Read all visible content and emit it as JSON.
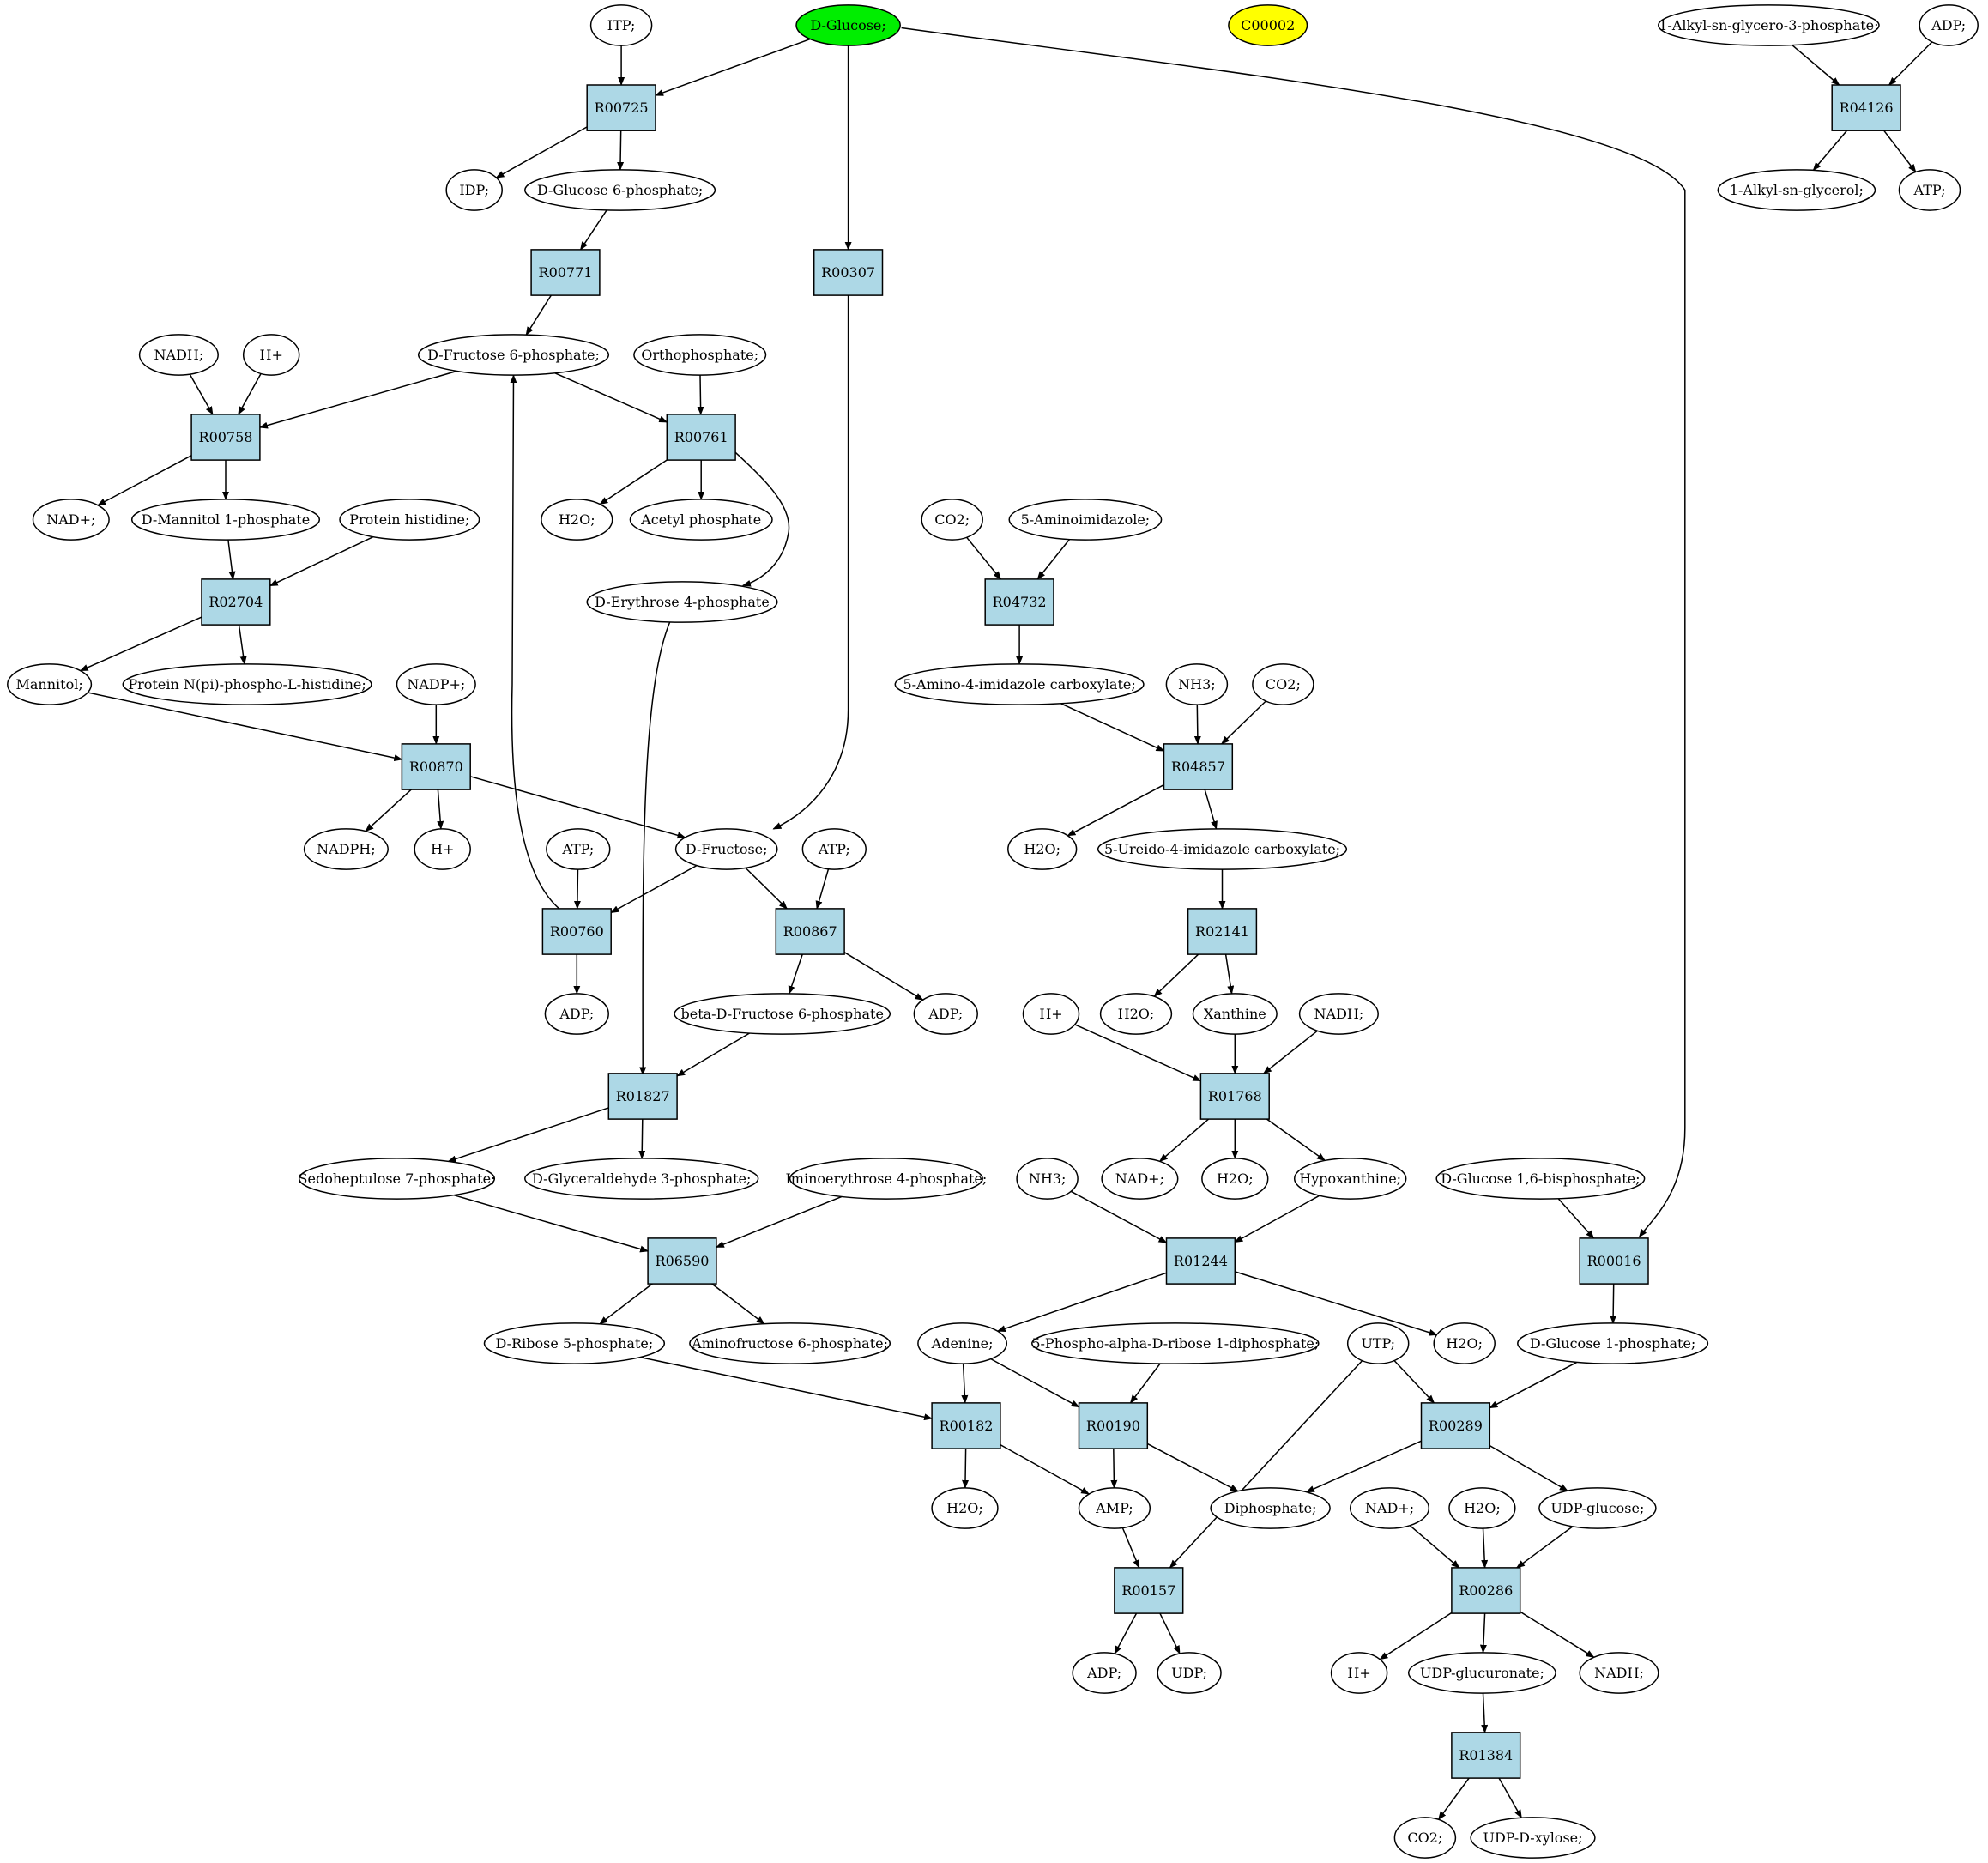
{
  "colors": {
    "reaction_fill": "#add8e6",
    "compound_fill": "#ffffff",
    "start_fill": "#00ee00",
    "highlight_fill": "#ffff00",
    "edge": "#000000"
  },
  "nodes": [
    {
      "id": "itp",
      "label": "ITP;",
      "kind": "compound"
    },
    {
      "id": "glucose",
      "label": "D-Glucose;",
      "kind": "compound",
      "highlight": "start"
    },
    {
      "id": "c00002",
      "label": "C00002",
      "kind": "compound",
      "highlight": "yellow"
    },
    {
      "id": "alkylg3p",
      "label": "1-Alkyl-sn-glycero-3-phosphate;",
      "kind": "compound"
    },
    {
      "id": "adp_tr",
      "label": "ADP;",
      "kind": "compound"
    },
    {
      "id": "R00725",
      "label": "R00725",
      "kind": "reaction"
    },
    {
      "id": "R04126",
      "label": "R04126",
      "kind": "reaction"
    },
    {
      "id": "idp",
      "label": "IDP;",
      "kind": "compound"
    },
    {
      "id": "g6p",
      "label": "D-Glucose 6-phosphate;",
      "kind": "compound"
    },
    {
      "id": "alkylglycerol",
      "label": "1-Alkyl-sn-glycerol;",
      "kind": "compound"
    },
    {
      "id": "atp_tr",
      "label": "ATP;",
      "kind": "compound"
    },
    {
      "id": "R00771",
      "label": "R00771",
      "kind": "reaction"
    },
    {
      "id": "R00307",
      "label": "R00307",
      "kind": "reaction"
    },
    {
      "id": "nadh_1",
      "label": "NADH;",
      "kind": "compound"
    },
    {
      "id": "h_1",
      "label": "H+",
      "kind": "compound"
    },
    {
      "id": "f6p",
      "label": "D-Fructose 6-phosphate;",
      "kind": "compound"
    },
    {
      "id": "ortho",
      "label": "Orthophosphate;",
      "kind": "compound"
    },
    {
      "id": "R00758",
      "label": "R00758",
      "kind": "reaction"
    },
    {
      "id": "R00761",
      "label": "R00761",
      "kind": "reaction"
    },
    {
      "id": "nad_1",
      "label": "NAD+;",
      "kind": "compound"
    },
    {
      "id": "mannitol1p",
      "label": "D-Mannitol 1-phosphate",
      "kind": "compound"
    },
    {
      "id": "protein_his",
      "label": "Protein histidine;",
      "kind": "compound"
    },
    {
      "id": "h2o_1",
      "label": "H2O;",
      "kind": "compound"
    },
    {
      "id": "acetylp",
      "label": "Acetyl phosphate",
      "kind": "compound"
    },
    {
      "id": "co2_1",
      "label": "CO2;",
      "kind": "compound"
    },
    {
      "id": "aminoimid",
      "label": "5-Aminoimidazole;",
      "kind": "compound"
    },
    {
      "id": "R02704",
      "label": "R02704",
      "kind": "reaction"
    },
    {
      "id": "e4p",
      "label": "D-Erythrose 4-phosphate",
      "kind": "compound"
    },
    {
      "id": "R04732",
      "label": "R04732",
      "kind": "reaction"
    },
    {
      "id": "mannitol",
      "label": "Mannitol;",
      "kind": "compound"
    },
    {
      "id": "proteinNpi",
      "label": "Protein N(pi)-phospho-L-histidine;",
      "kind": "compound"
    },
    {
      "id": "nadp",
      "label": "NADP+;",
      "kind": "compound"
    },
    {
      "id": "aicarb",
      "label": "5-Amino-4-imidazole carboxylate;",
      "kind": "compound"
    },
    {
      "id": "nh3_1",
      "label": "NH3;",
      "kind": "compound"
    },
    {
      "id": "co2_2",
      "label": "CO2;",
      "kind": "compound"
    },
    {
      "id": "R00870",
      "label": "R00870",
      "kind": "reaction"
    },
    {
      "id": "R04857",
      "label": "R04857",
      "kind": "reaction"
    },
    {
      "id": "nadph",
      "label": "NADPH;",
      "kind": "compound"
    },
    {
      "id": "h_2",
      "label": "H+",
      "kind": "compound"
    },
    {
      "id": "atp_1",
      "label": "ATP;",
      "kind": "compound"
    },
    {
      "id": "fructose",
      "label": "D-Fructose;",
      "kind": "compound"
    },
    {
      "id": "atp_2",
      "label": "ATP;",
      "kind": "compound"
    },
    {
      "id": "h2o_2",
      "label": "H2O;",
      "kind": "compound"
    },
    {
      "id": "ureido",
      "label": "5-Ureido-4-imidazole carboxylate;",
      "kind": "compound"
    },
    {
      "id": "R00760",
      "label": "R00760",
      "kind": "reaction"
    },
    {
      "id": "R00867",
      "label": "R00867",
      "kind": "reaction"
    },
    {
      "id": "R02141",
      "label": "R02141",
      "kind": "reaction"
    },
    {
      "id": "adp_1",
      "label": "ADP;",
      "kind": "compound"
    },
    {
      "id": "bf6p",
      "label": "beta-D-Fructose 6-phosphate",
      "kind": "compound"
    },
    {
      "id": "adp_2",
      "label": "ADP;",
      "kind": "compound"
    },
    {
      "id": "h_3",
      "label": "H+",
      "kind": "compound"
    },
    {
      "id": "h2o_3",
      "label": "H2O;",
      "kind": "compound"
    },
    {
      "id": "xanthine",
      "label": "Xanthine",
      "kind": "compound"
    },
    {
      "id": "nadh_2",
      "label": "NADH;",
      "kind": "compound"
    },
    {
      "id": "R01827",
      "label": "R01827",
      "kind": "reaction"
    },
    {
      "id": "R01768",
      "label": "R01768",
      "kind": "reaction"
    },
    {
      "id": "s7p",
      "label": "Sedoheptulose 7-phosphate;",
      "kind": "compound"
    },
    {
      "id": "g3p",
      "label": "D-Glyceraldehyde 3-phosphate;",
      "kind": "compound"
    },
    {
      "id": "imino",
      "label": "Iminoerythrose 4-phosphate;",
      "kind": "compound"
    },
    {
      "id": "nh3_2",
      "label": "NH3;",
      "kind": "compound"
    },
    {
      "id": "nad_2",
      "label": "NAD+;",
      "kind": "compound"
    },
    {
      "id": "h2o_4",
      "label": "H2O;",
      "kind": "compound"
    },
    {
      "id": "hypox",
      "label": "Hypoxanthine;",
      "kind": "compound"
    },
    {
      "id": "g16bp",
      "label": "D-Glucose 1,6-bisphosphate;",
      "kind": "compound"
    },
    {
      "id": "R06590",
      "label": "R06590",
      "kind": "reaction"
    },
    {
      "id": "R01244",
      "label": "R01244",
      "kind": "reaction"
    },
    {
      "id": "R00016",
      "label": "R00016",
      "kind": "reaction"
    },
    {
      "id": "r5p",
      "label": "D-Ribose 5-phosphate;",
      "kind": "compound"
    },
    {
      "id": "af6p",
      "label": "Aminofructose 6-phosphate;",
      "kind": "compound"
    },
    {
      "id": "adenine",
      "label": "Adenine;",
      "kind": "compound"
    },
    {
      "id": "prpp",
      "label": "5-Phospho-alpha-D-ribose 1-diphosphate;",
      "kind": "compound"
    },
    {
      "id": "utp",
      "label": "UTP;",
      "kind": "compound"
    },
    {
      "id": "h2o_5",
      "label": "H2O;",
      "kind": "compound"
    },
    {
      "id": "g1p",
      "label": "D-Glucose 1-phosphate;",
      "kind": "compound"
    },
    {
      "id": "R00182",
      "label": "R00182",
      "kind": "reaction"
    },
    {
      "id": "R00190",
      "label": "R00190",
      "kind": "reaction"
    },
    {
      "id": "R00289",
      "label": "R00289",
      "kind": "reaction"
    },
    {
      "id": "h2o_6",
      "label": "H2O;",
      "kind": "compound"
    },
    {
      "id": "amp",
      "label": "AMP;",
      "kind": "compound"
    },
    {
      "id": "diphos",
      "label": "Diphosphate;",
      "kind": "compound"
    },
    {
      "id": "nad_3",
      "label": "NAD+;",
      "kind": "compound"
    },
    {
      "id": "h2o_7",
      "label": "H2O;",
      "kind": "compound"
    },
    {
      "id": "udpglc",
      "label": "UDP-glucose;",
      "kind": "compound"
    },
    {
      "id": "R00157",
      "label": "R00157",
      "kind": "reaction"
    },
    {
      "id": "R00286",
      "label": "R00286",
      "kind": "reaction"
    },
    {
      "id": "adp_3",
      "label": "ADP;",
      "kind": "compound"
    },
    {
      "id": "udp",
      "label": "UDP;",
      "kind": "compound"
    },
    {
      "id": "h_4",
      "label": "H+",
      "kind": "compound"
    },
    {
      "id": "udpgluc",
      "label": "UDP-glucuronate;",
      "kind": "compound"
    },
    {
      "id": "nadh_3",
      "label": "NADH;",
      "kind": "compound"
    },
    {
      "id": "R01384",
      "label": "R01384",
      "kind": "reaction"
    },
    {
      "id": "co2_3",
      "label": "CO2;",
      "kind": "compound"
    },
    {
      "id": "udpxyl",
      "label": "UDP-D-xylose;",
      "kind": "compound"
    }
  ],
  "edges": [
    [
      "itp",
      "R00725"
    ],
    [
      "glucose",
      "R00725"
    ],
    [
      "R00725",
      "idp"
    ],
    [
      "R00725",
      "g6p"
    ],
    [
      "g6p",
      "R00771"
    ],
    [
      "R00771",
      "f6p"
    ],
    [
      "glucose",
      "R00307"
    ],
    [
      "R00307",
      "fructose"
    ],
    [
      "glucose",
      "R00016"
    ],
    [
      "alkylg3p",
      "R04126"
    ],
    [
      "adp_tr",
      "R04126"
    ],
    [
      "R04126",
      "alkylglycerol"
    ],
    [
      "R04126",
      "atp_tr"
    ],
    [
      "nadh_1",
      "R00758"
    ],
    [
      "h_1",
      "R00758"
    ],
    [
      "f6p",
      "R00758"
    ],
    [
      "R00758",
      "nad_1"
    ],
    [
      "R00758",
      "mannitol1p"
    ],
    [
      "f6p",
      "R00761"
    ],
    [
      "ortho",
      "R00761"
    ],
    [
      "R00761",
      "h2o_1"
    ],
    [
      "R00761",
      "acetylp"
    ],
    [
      "R00761",
      "e4p"
    ],
    [
      "mannitol1p",
      "R02704"
    ],
    [
      "protein_his",
      "R02704"
    ],
    [
      "R02704",
      "mannitol"
    ],
    [
      "R02704",
      "proteinNpi"
    ],
    [
      "mannitol",
      "R00870"
    ],
    [
      "nadp",
      "R00870"
    ],
    [
      "R00870",
      "nadph"
    ],
    [
      "R00870",
      "h_2"
    ],
    [
      "R00870",
      "fructose"
    ],
    [
      "atp_1",
      "R00760"
    ],
    [
      "fructose",
      "R00760"
    ],
    [
      "R00760",
      "adp_1"
    ],
    [
      "R00760",
      "f6p"
    ],
    [
      "fructose",
      "R00867"
    ],
    [
      "atp_2",
      "R00867"
    ],
    [
      "R00867",
      "bf6p"
    ],
    [
      "R00867",
      "adp_2"
    ],
    [
      "e4p",
      "R01827"
    ],
    [
      "bf6p",
      "R01827"
    ],
    [
      "R01827",
      "s7p"
    ],
    [
      "R01827",
      "g3p"
    ],
    [
      "s7p",
      "R06590"
    ],
    [
      "imino",
      "R06590"
    ],
    [
      "R06590",
      "r5p"
    ],
    [
      "R06590",
      "af6p"
    ],
    [
      "co2_1",
      "R04732"
    ],
    [
      "aminoimid",
      "R04732"
    ],
    [
      "R04732",
      "aicarb"
    ],
    [
      "aicarb",
      "R04857"
    ],
    [
      "nh3_1",
      "R04857"
    ],
    [
      "co2_2",
      "R04857"
    ],
    [
      "R04857",
      "h2o_2"
    ],
    [
      "R04857",
      "ureido"
    ],
    [
      "ureido",
      "R02141"
    ],
    [
      "R02141",
      "h2o_3"
    ],
    [
      "R02141",
      "xanthine"
    ],
    [
      "h_3",
      "R01768"
    ],
    [
      "xanthine",
      "R01768"
    ],
    [
      "nadh_2",
      "R01768"
    ],
    [
      "R01768",
      "nad_2"
    ],
    [
      "R01768",
      "h2o_4"
    ],
    [
      "R01768",
      "hypox"
    ],
    [
      "nh3_2",
      "R01244"
    ],
    [
      "hypox",
      "R01244"
    ],
    [
      "R01244",
      "adenine"
    ],
    [
      "R01244",
      "h2o_5"
    ],
    [
      "g16bp",
      "R00016"
    ],
    [
      "R00016",
      "g1p"
    ],
    [
      "r5p",
      "R00182"
    ],
    [
      "adenine",
      "R00182"
    ],
    [
      "R00182",
      "h2o_6"
    ],
    [
      "R00182",
      "amp"
    ],
    [
      "adenine",
      "R00190"
    ],
    [
      "prpp",
      "R00190"
    ],
    [
      "R00190",
      "amp"
    ],
    [
      "R00190",
      "diphos"
    ],
    [
      "utp",
      "R00289"
    ],
    [
      "g1p",
      "R00289"
    ],
    [
      "R00289",
      "diphos"
    ],
    [
      "R00289",
      "udpglc"
    ],
    [
      "amp",
      "R00157"
    ],
    [
      "utp",
      "R00157"
    ],
    [
      "R00157",
      "adp_3"
    ],
    [
      "R00157",
      "udp"
    ],
    [
      "nad_3",
      "R00286"
    ],
    [
      "h2o_7",
      "R00286"
    ],
    [
      "udpglc",
      "R00286"
    ],
    [
      "R00286",
      "h_4"
    ],
    [
      "R00286",
      "udpgluc"
    ],
    [
      "R00286",
      "nadh_3"
    ],
    [
      "udpgluc",
      "R01384"
    ],
    [
      "R01384",
      "co2_3"
    ],
    [
      "R01384",
      "udpxyl"
    ]
  ]
}
